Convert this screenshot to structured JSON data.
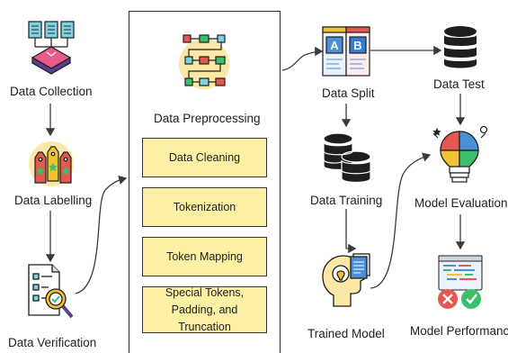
{
  "nodes": {
    "data_collection": "Data Collection",
    "data_labelling": "Data Labelling",
    "data_verification": "Data Verification",
    "data_preprocessing": "Data Preprocessing",
    "data_split": "Data Split",
    "data_test": "Data Test",
    "data_training": "Data Training",
    "model_evaluation": "Model Evaluation",
    "trained_model": "Trained Model",
    "model_performance": "Model Performance"
  },
  "preprocessing_steps": [
    "Data Cleaning",
    "Tokenization",
    "Token Mapping",
    "Special Tokens, Padding, and Truncation"
  ],
  "split_icon": {
    "left": "A",
    "right": "B"
  },
  "colors": {
    "step_fill": "#fbf0a4",
    "arrow": "#3a3a3a",
    "accent_blue": "#4a90d9",
    "accent_red": "#e5484d",
    "accent_green": "#3cbf6a",
    "accent_yellow": "#f2c230"
  },
  "icons": [
    "documents-to-database-icon",
    "price-tags-icon",
    "document-magnifier-check-icon",
    "pipeline-flowchart-icon",
    "ab-split-icon",
    "database-icon",
    "database-stack-icon",
    "lightbulb-puzzle-icon",
    "head-brain-document-icon",
    "code-screen-check-cross-icon"
  ]
}
